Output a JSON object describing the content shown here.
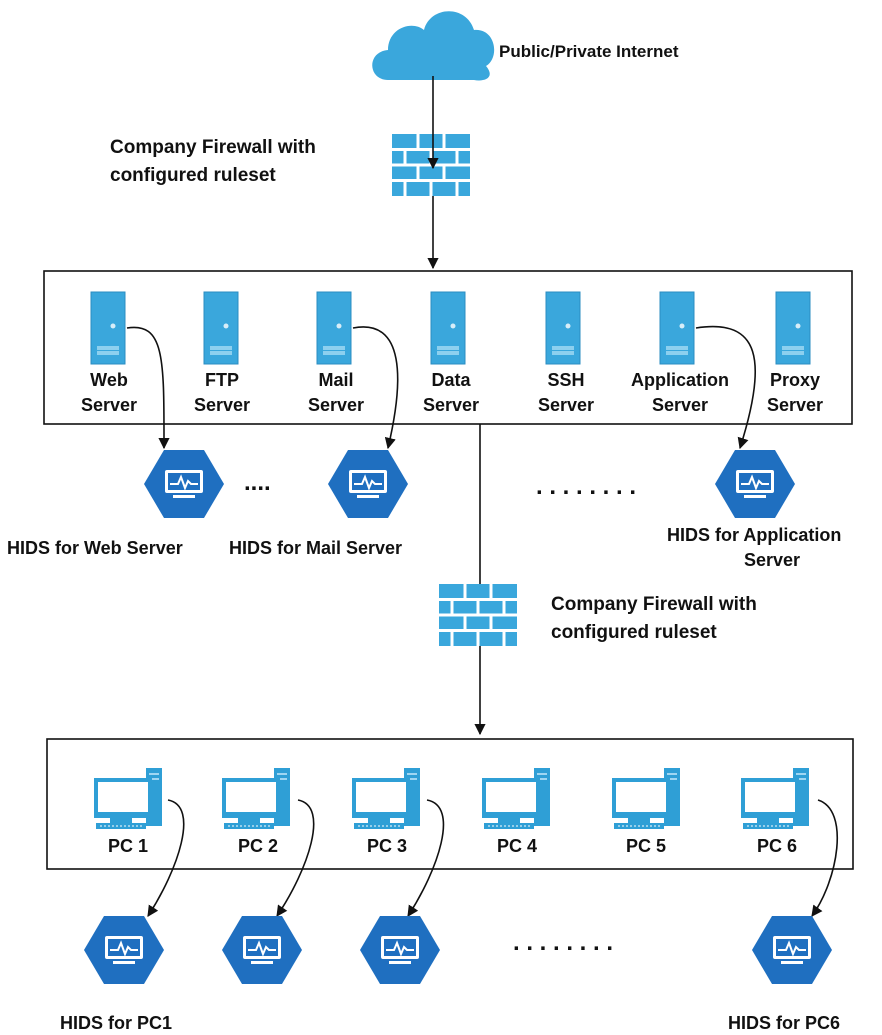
{
  "internet": {
    "label": "Public/Private Internet"
  },
  "firewall_top": {
    "line1": "Company Firewall with",
    "line2": "configured ruleset"
  },
  "firewall_mid": {
    "line1": "Company Firewall with",
    "line2": "configured ruleset"
  },
  "servers": [
    {
      "line1": "Web",
      "line2": "Server"
    },
    {
      "line1": "FTP",
      "line2": "Server"
    },
    {
      "line1": "Mail",
      "line2": "Server"
    },
    {
      "line1": "Data",
      "line2": "Server"
    },
    {
      "line1": "SSH",
      "line2": "Server"
    },
    {
      "line1": "Application",
      "line2": "Server"
    },
    {
      "line1": "Proxy",
      "line2": "Server"
    }
  ],
  "server_hids": {
    "web": "HIDS for Web Server",
    "mail": "HIDS for  Mail Server",
    "app_line1": "HIDS for  Application",
    "app_line2": "Server"
  },
  "pcs": [
    "PC 1",
    "PC 2",
    "PC 3",
    "PC 4",
    "PC 5",
    "PC 6"
  ],
  "pc_hids": {
    "pc1": "HIDS for PC1",
    "pc6": "HIDS for PC6"
  },
  "ellipses": {
    "short": "....",
    "long": ". .  . .  . .  . .",
    "pc_long": ". .  . .  . .  . ."
  },
  "colors": {
    "device_blue": "#2f9fd6",
    "hids_blue": "#1f6fc0",
    "line": "#111111"
  }
}
